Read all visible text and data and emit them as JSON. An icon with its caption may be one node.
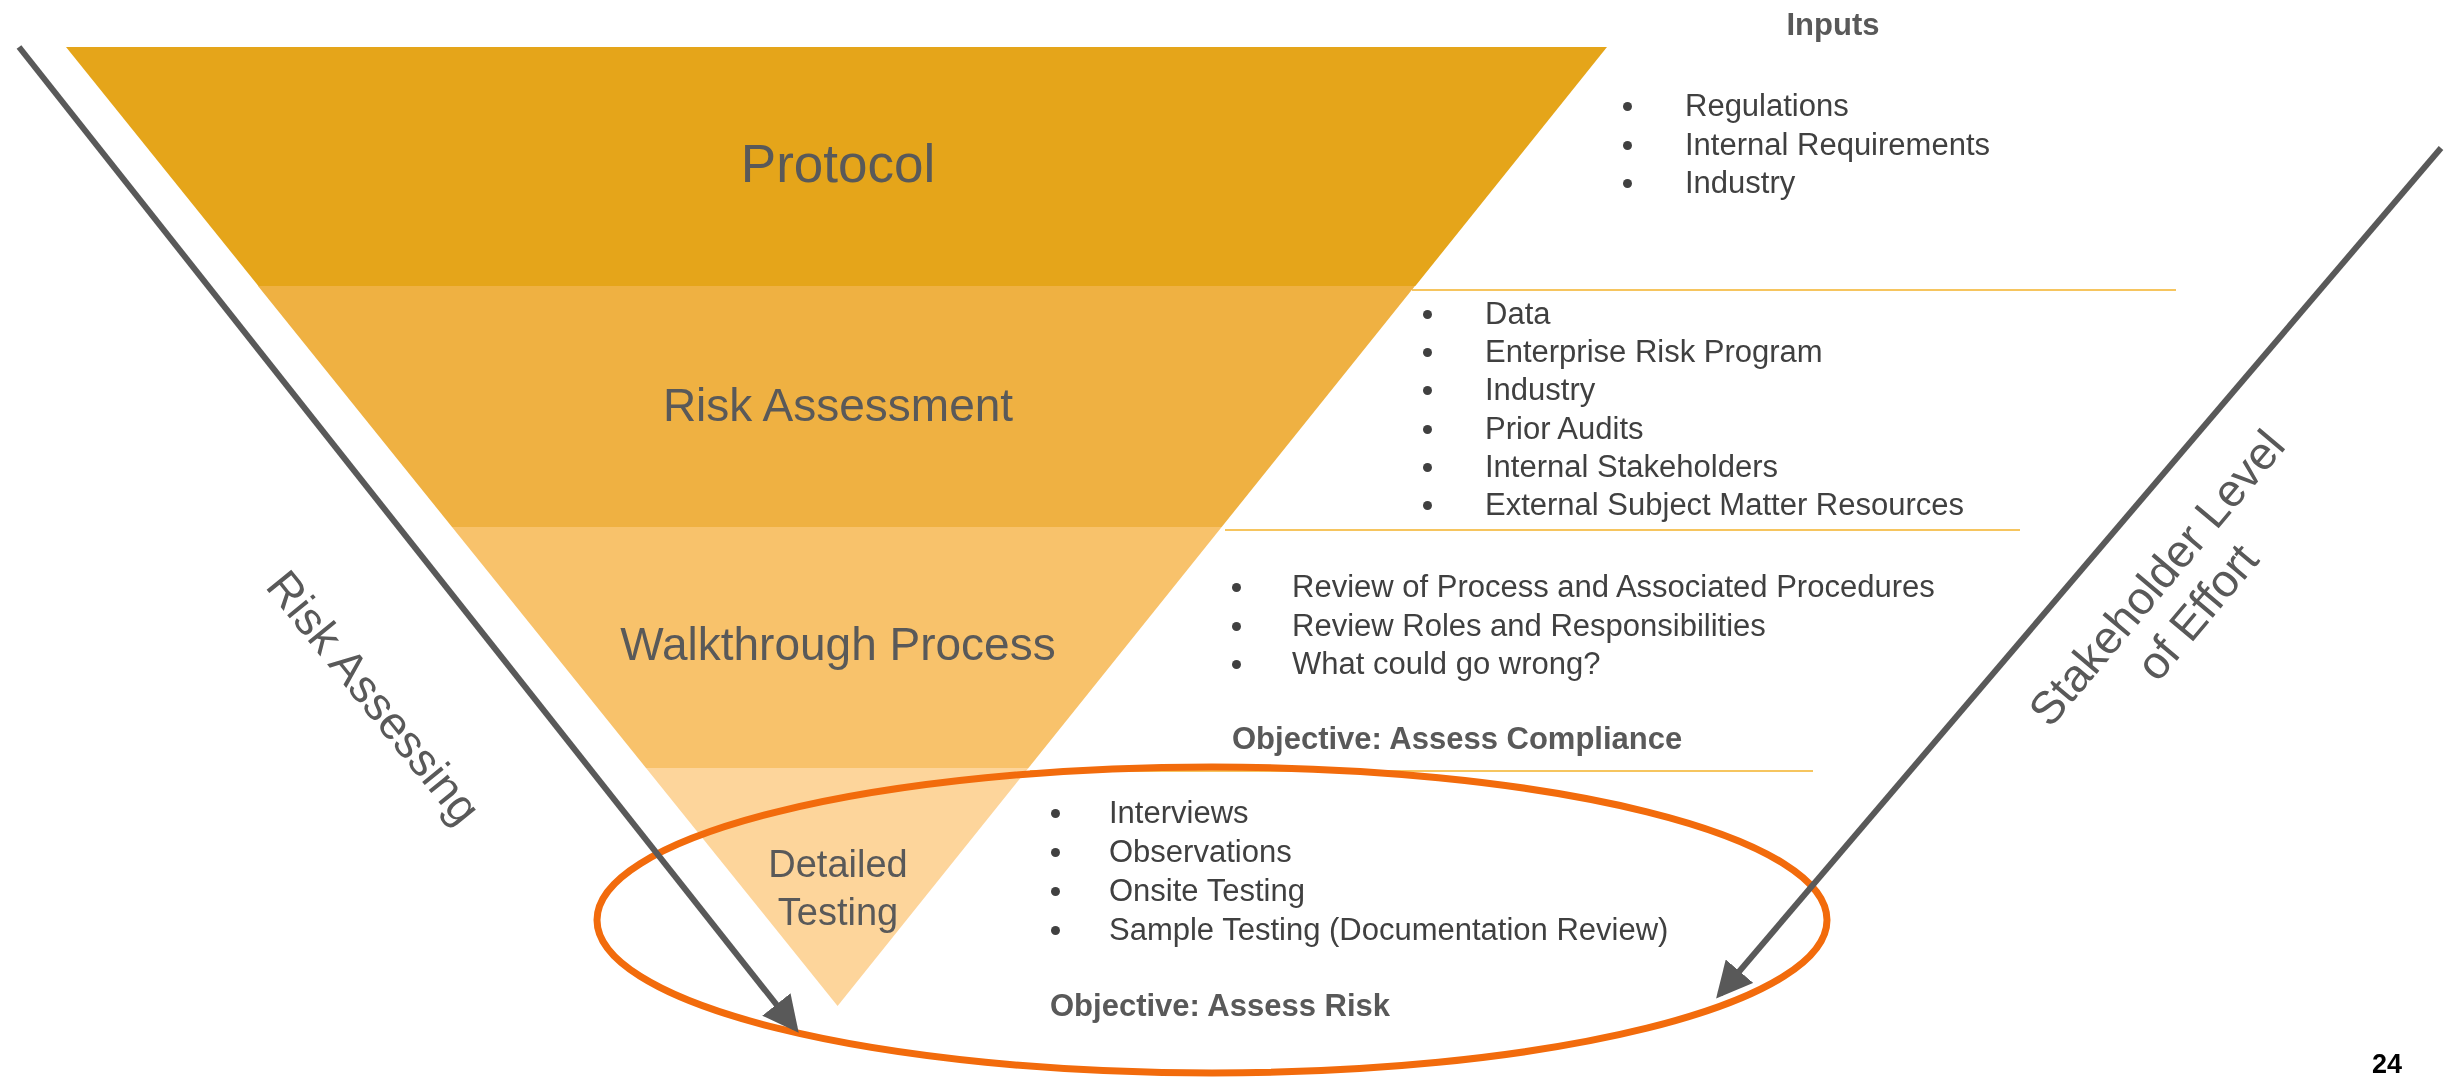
{
  "diagram": {
    "nodes": [
      {
        "text": [
          "Protocol"
        ],
        "beside": [
          "Regulations",
          "Internal Requirements",
          "Industry"
        ]
      },
      {
        "text": [
          "Risk Assessment"
        ],
        "beside": [
          "Data",
          "Enterprise Risk Program",
          "Industry",
          "Prior Audits",
          "Internal Stakeholders",
          "External Subject Matter Resources"
        ]
      },
      {
        "text": [
          "Walkthrough Process"
        ],
        "beside": [
          "Review of Process and Associated Procedures",
          "Review Roles and Responsibilities",
          "What could go wrong?"
        ]
      },
      {
        "text": [
          "Detailed Testing"
        ],
        "beside": [
          "Interviews",
          "Observations",
          "Onsite Testing",
          "Sample Testing (Documentation Review)"
        ]
      }
    ],
    "edges": [],
    "labels": [
      "Inputs",
      "Objective: Assess Compliance",
      "Objective: Assess Risk",
      "Risk Assessing",
      "Stakeholder Level of Effort",
      "24"
    ]
  }
}
